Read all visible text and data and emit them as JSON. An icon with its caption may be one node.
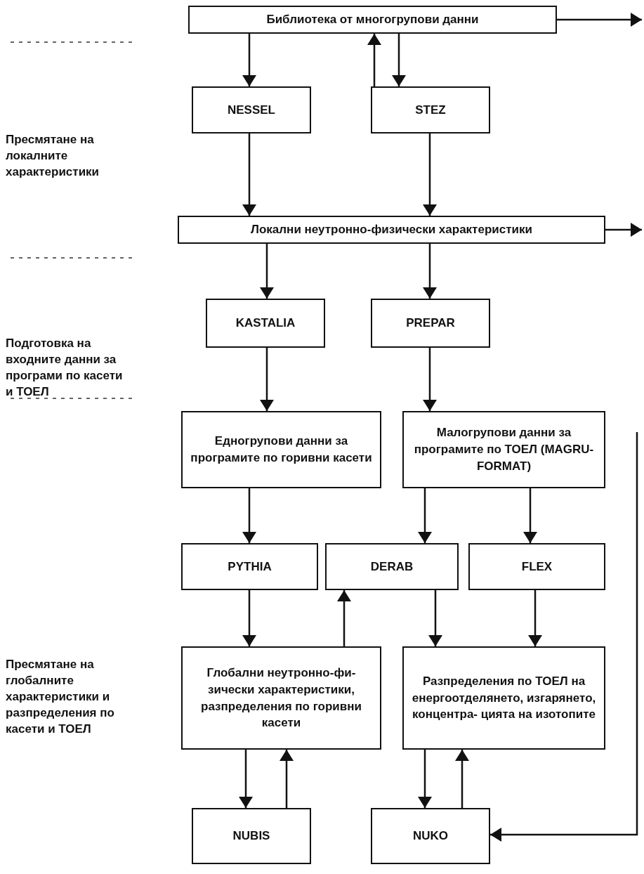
{
  "diagram": {
    "nodes": [
      {
        "text": [
          "Библиотека от многогрупови данни"
        ]
      },
      {
        "text": [
          "NESSEL"
        ]
      },
      {
        "text": [
          "STEZ"
        ]
      },
      {
        "text": [
          "Локални неутронно-физически характеристики"
        ]
      },
      {
        "text": [
          "KASTALIA"
        ]
      },
      {
        "text": [
          "PREPAR"
        ]
      },
      {
        "text": [
          "Едногрупови данни за програмите по горивни касети"
        ]
      },
      {
        "text": [
          "Малогрупови данни за програмите по ТОЕЛ (MAGRU-FORMAT)"
        ]
      },
      {
        "text": [
          "PYTHIA"
        ]
      },
      {
        "text": [
          "DERAB"
        ]
      },
      {
        "text": [
          "FLEX"
        ]
      },
      {
        "text": [
          "Глобални неутронно-фи- зически характеристики, разпределения по горивни касети"
        ]
      },
      {
        "text": [
          "Разпределения по ТОЕЛ на енергоотделянето, изгарянето, концентра- цията на изотопите"
        ]
      },
      {
        "text": [
          "NUBIS"
        ]
      },
      {
        "text": [
          "NUKO"
        ]
      }
    ],
    "edges": [
      {
        "from": 0,
        "to": 1,
        "arrow": "to"
      },
      {
        "from": 2,
        "to": 0,
        "arrow": "to"
      },
      {
        "from": 0,
        "to": 2,
        "arrow": "to"
      },
      {
        "from": 0,
        "to": null,
        "arrow": "to"
      },
      {
        "from": 1,
        "to": 3,
        "arrow": "to"
      },
      {
        "from": 2,
        "to": 3,
        "arrow": "to"
      },
      {
        "from": 3,
        "to": null,
        "arrow": "to"
      },
      {
        "from": 3,
        "to": 4,
        "arrow": "to"
      },
      {
        "from": 3,
        "to": 5,
        "arrow": "to"
      },
      {
        "from": 4,
        "to": 6,
        "arrow": "to"
      },
      {
        "from": 5,
        "to": 7,
        "arrow": "to"
      },
      {
        "from": 6,
        "to": 8,
        "arrow": "to"
      },
      {
        "from": 7,
        "to": 9,
        "arrow": "to"
      },
      {
        "from": 7,
        "to": 10,
        "arrow": "to"
      },
      {
        "from": 8,
        "to": 11,
        "arrow": "to"
      },
      {
        "from": 11,
        "to": 9,
        "arrow": "to"
      },
      {
        "from": 9,
        "to": 12,
        "arrow": "to"
      },
      {
        "from": 10,
        "to": 12,
        "arrow": "to"
      },
      {
        "from": 11,
        "to": 13,
        "arrow": "to"
      },
      {
        "from": 13,
        "to": 11,
        "arrow": "to"
      },
      {
        "from": 12,
        "to": 14,
        "arrow": "to"
      },
      {
        "from": 14,
        "to": 12,
        "arrow": "to"
      },
      {
        "from": null,
        "to": 14,
        "arrow": "to"
      }
    ],
    "labels": [
      "Пресмятане на локалните характеристики",
      "Подготовка на входните данни за програми по касети и ТОЕЛ",
      "Пресмятане на глобалните характеристики и разпределения по касети и ТОЕЛ"
    ]
  }
}
